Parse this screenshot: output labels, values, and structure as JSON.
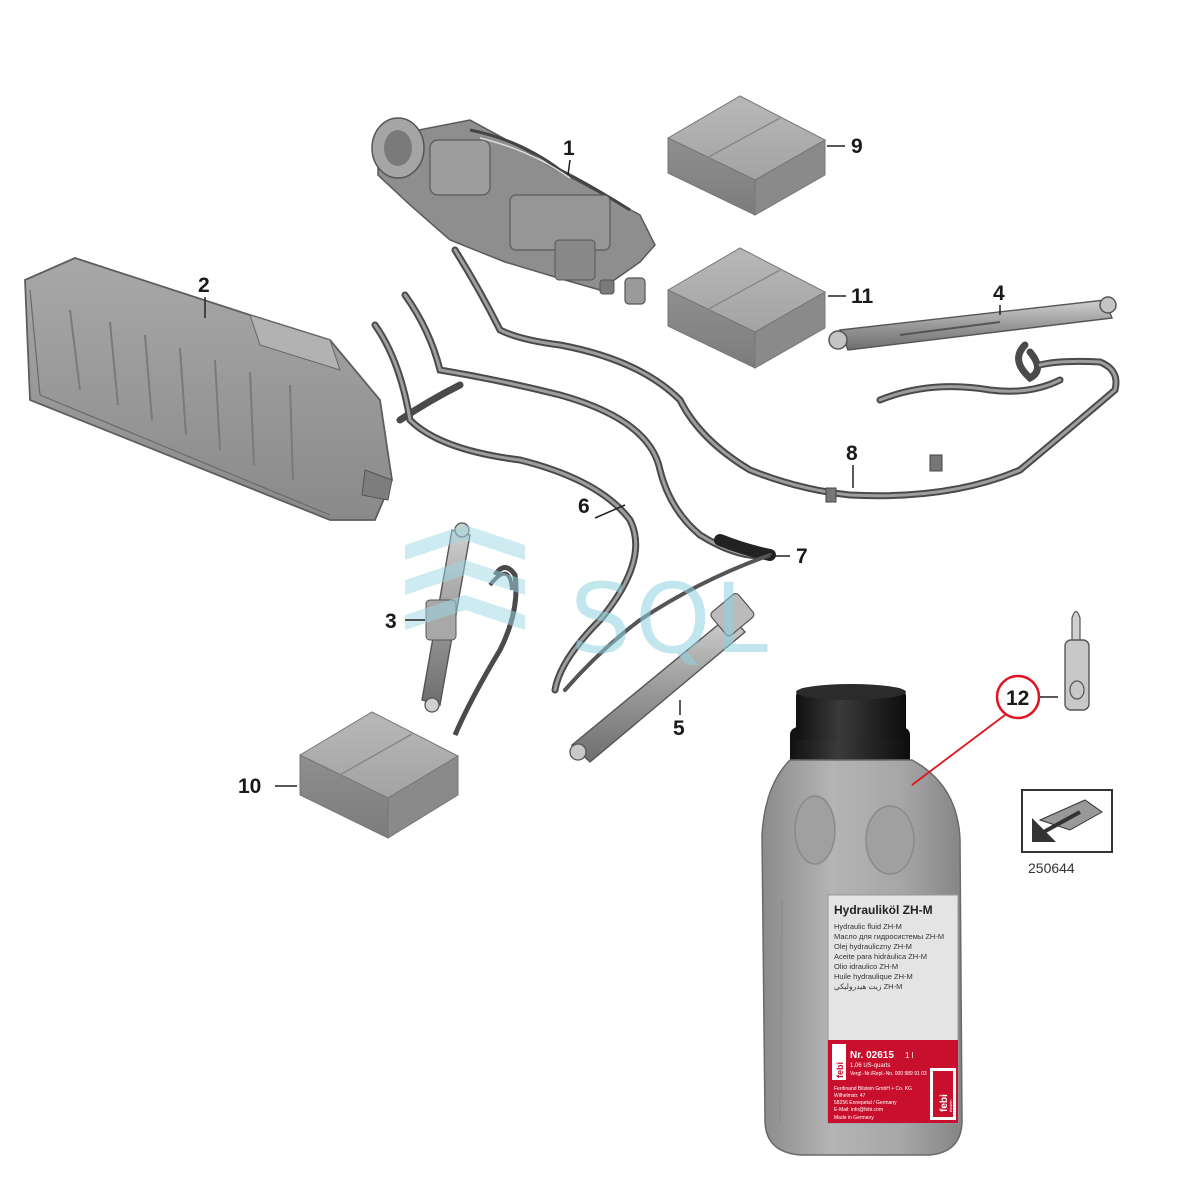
{
  "callouts": {
    "c1": "1",
    "c2": "2",
    "c3": "3",
    "c4": "4",
    "c5": "5",
    "c6": "6",
    "c7": "7",
    "c8": "8",
    "c9": "9",
    "c10": "10",
    "c11": "11",
    "c12": "12"
  },
  "reference_number": "250644",
  "watermark": "SQL",
  "bottle_label": {
    "title": "Hydrauliköl ZH-M",
    "lines": [
      "Hydraulic fluid ZH-M",
      "Масло для гидросистемы ZH-M",
      "Olej hydrauliczny ZH-M",
      "Aceite para hidráulica ZH-M",
      "Olio idraulico ZH-M",
      "Huile hydraulique ZH-M",
      "زيت هيدروليكي ZH-M"
    ],
    "part_number": "Nr. 02615",
    "volume": "1 l",
    "volume_us": "1,06 US-quarts",
    "ref_line": "Vergl.-Nr./Repl.-No. 000 989 91 03",
    "company_lines": [
      "Ferdinand Bilstein GmbH + Co. KG",
      "Wilhelmstr. 47",
      "58256 Ennepetal / Germany",
      "E-Mail: info@febi.com"
    ],
    "made_in": "Made in Germany",
    "brand": "febi",
    "brand_sub": "bilstein"
  },
  "colors": {
    "part_gray": "#9a9a9a",
    "part_dark": "#6e6e6e",
    "hose": "#555555",
    "highlight_red": "#e0141e",
    "label_red": "#c8102e",
    "bottle_gray": "#a8a8a8",
    "cap": "#1c1c1c"
  }
}
